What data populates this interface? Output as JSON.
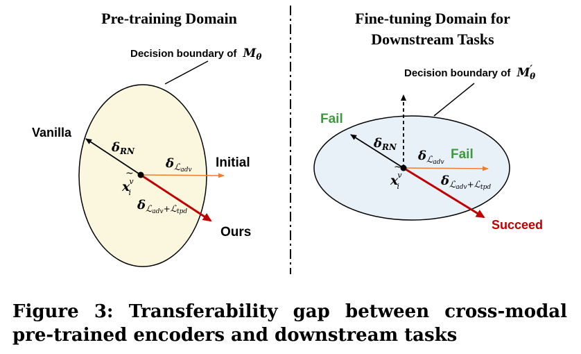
{
  "left_panel": {
    "title": "Pre-training Domain",
    "boundary_label": "Decision boundary of",
    "boundary_model": "M",
    "boundary_model_sub": "θ",
    "vanilla": "Vanilla",
    "initial": "Initial",
    "ours": "Ours",
    "delta": "δ",
    "delta_rn_sub": "RN",
    "delta_adv_sub": "ℒ",
    "delta_adv_subsub": "adv",
    "delta_ours_sub_a": "ℒ",
    "delta_ours_subsub_a": "adv",
    "delta_ours_plus": "+",
    "delta_ours_sub_b": "ℒ",
    "delta_ours_subsub_b": "tpd",
    "point_x": "x",
    "point_tilde": "~",
    "point_sup": "v",
    "point_sub": "i"
  },
  "right_panel": {
    "title_line1": "Fine-tuning Domain for",
    "title_line2": "Downstream Tasks",
    "boundary_label": "Decision boundary of",
    "boundary_model": "M",
    "boundary_model_prime": "′",
    "boundary_model_sub": "θ",
    "fail_top": "Fail",
    "fail_mid": "Fail",
    "succeed": "Succeed",
    "delta": "δ",
    "delta_rn_sub": "RN",
    "delta_adv_sub": "ℒ",
    "delta_adv_subsub": "adv",
    "delta_ours_sub_a": "ℒ",
    "delta_ours_subsub_a": "adv",
    "delta_ours_plus": "+",
    "delta_ours_sub_b": "ℒ",
    "delta_ours_subsub_b": "tpd",
    "point_x": "x",
    "point_tilde": "~",
    "point_sup": "v",
    "point_sub": "i"
  },
  "caption": "Figure 3: Transferability gap between cross-modal pre-trained encoders and downstream tasks",
  "colors": {
    "ellipse_left_fill": "#fbf7de",
    "ellipse_right_fill": "#e8f0f8",
    "orange_arrow": "#ed7d31",
    "red_arrow": "#c00000",
    "green_text": "#3c9a3c",
    "red_text": "#c00000"
  }
}
